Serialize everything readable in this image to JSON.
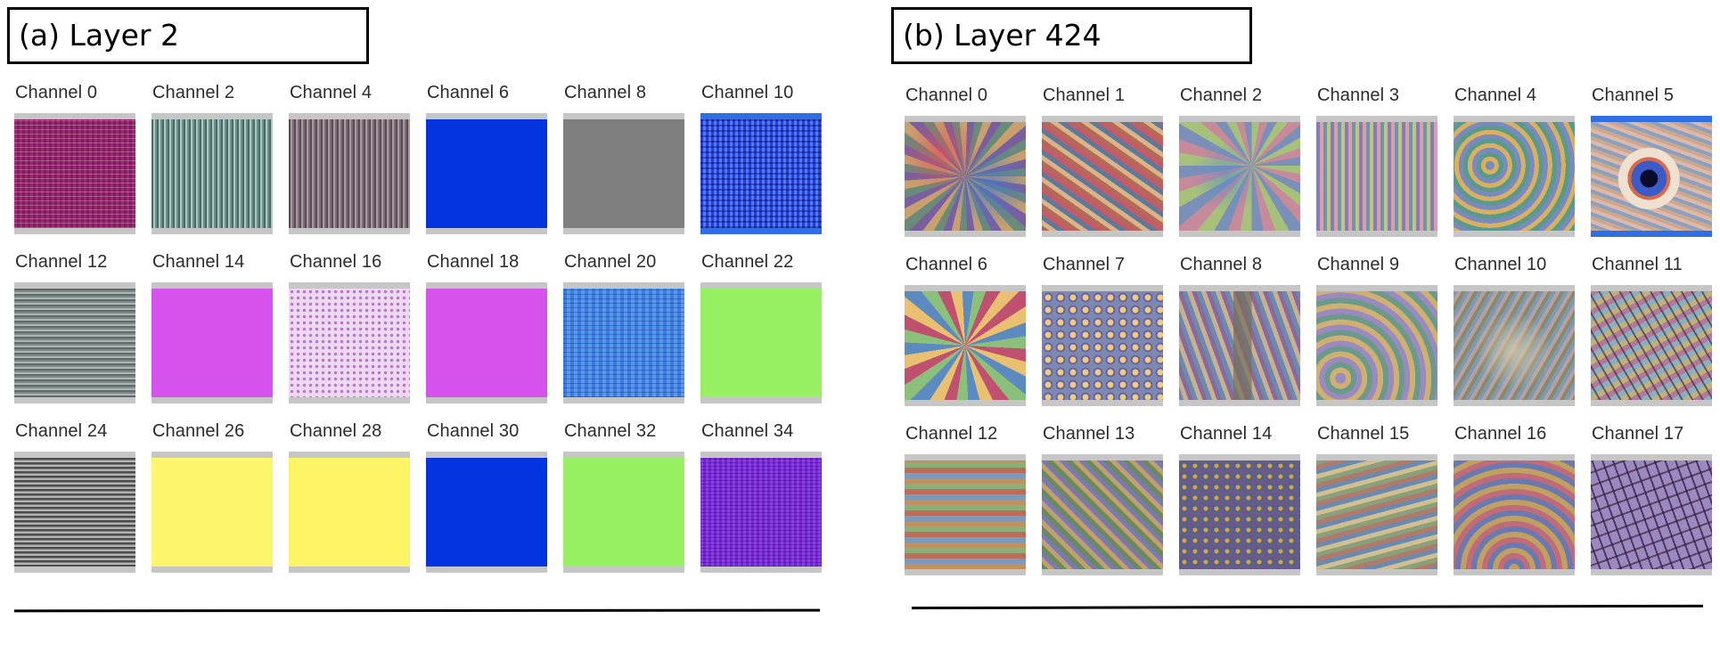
{
  "panels": [
    {
      "title": "(a) Layer 2",
      "channels": [
        {
          "label": "Channel 0",
          "texture": "t-stripes-magenta",
          "selected": false
        },
        {
          "label": "Channel 2",
          "texture": "t-vstripe-teal",
          "selected": false
        },
        {
          "label": "Channel 4",
          "texture": "t-vstripe-gray",
          "selected": false
        },
        {
          "label": "Channel 6",
          "texture": "t-solid-blue",
          "selected": false
        },
        {
          "label": "Channel 8",
          "texture": "t-solid-gray",
          "selected": false
        },
        {
          "label": "Channel 10",
          "texture": "t-blue-pattern",
          "selected": true
        },
        {
          "label": "Channel 12",
          "texture": "t-hstripe-gray",
          "selected": false
        },
        {
          "label": "Channel 14",
          "texture": "t-solid-magenta",
          "selected": false
        },
        {
          "label": "Channel 16",
          "texture": "t-pink-dots",
          "selected": false
        },
        {
          "label": "Channel 18",
          "texture": "t-solid-magenta",
          "selected": false
        },
        {
          "label": "Channel 20",
          "texture": "t-blue-grid",
          "selected": false
        },
        {
          "label": "Channel 22",
          "texture": "t-solid-green",
          "selected": false
        },
        {
          "label": "Channel 24",
          "texture": "t-hstripe-dark",
          "selected": false
        },
        {
          "label": "Channel 26",
          "texture": "t-solid-yellow",
          "selected": false
        },
        {
          "label": "Channel 28",
          "texture": "t-solid-yellow2",
          "selected": false
        },
        {
          "label": "Channel 30",
          "texture": "t-solid-blue",
          "selected": false
        },
        {
          "label": "Channel 32",
          "texture": "t-solid-green",
          "selected": false
        },
        {
          "label": "Channel 34",
          "texture": "t-violet",
          "selected": false
        }
      ]
    },
    {
      "title": "(b) Layer 424",
      "channels": [
        {
          "label": "Channel 0",
          "texture": "p1",
          "selected": false
        },
        {
          "label": "Channel 1",
          "texture": "p2",
          "selected": false
        },
        {
          "label": "Channel 2",
          "texture": "p3",
          "selected": false
        },
        {
          "label": "Channel 3",
          "texture": "p4",
          "selected": false
        },
        {
          "label": "Channel 4",
          "texture": "p5",
          "selected": false
        },
        {
          "label": "Channel 5",
          "texture": "p-eye",
          "selected": true
        },
        {
          "label": "Channel 6",
          "texture": "p7",
          "selected": false
        },
        {
          "label": "Channel 7",
          "texture": "p8",
          "selected": false
        },
        {
          "label": "Channel 8",
          "texture": "p9",
          "selected": false
        },
        {
          "label": "Channel 9",
          "texture": "p10",
          "selected": false
        },
        {
          "label": "Channel 10",
          "texture": "p11",
          "selected": false
        },
        {
          "label": "Channel 11",
          "texture": "p12",
          "selected": false
        },
        {
          "label": "Channel 12",
          "texture": "p13",
          "selected": false
        },
        {
          "label": "Channel 13",
          "texture": "p14",
          "selected": false
        },
        {
          "label": "Channel 14",
          "texture": "p15",
          "selected": false
        },
        {
          "label": "Channel 15",
          "texture": "p16",
          "selected": false
        },
        {
          "label": "Channel 16",
          "texture": "p17",
          "selected": false
        },
        {
          "label": "Channel 17",
          "texture": "p18",
          "selected": false
        }
      ]
    }
  ],
  "colors": {
    "selected_accent": "#2f6fe3",
    "frame_gray": "#c6c6c6"
  }
}
